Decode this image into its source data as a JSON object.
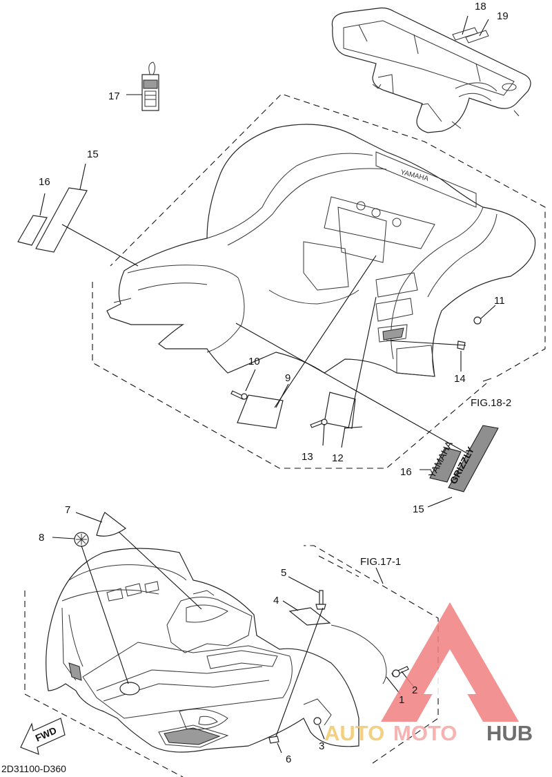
{
  "callouts": {
    "c1": "1",
    "c2": "2",
    "c3": "3",
    "c4": "4",
    "c5": "5",
    "c6": "6",
    "c7": "7",
    "c8": "8",
    "c9": "9",
    "c10": "10",
    "c11": "11",
    "c12": "12",
    "c13": "13",
    "c14": "14",
    "c15_top": "15",
    "c16_top": "16",
    "c17": "17",
    "c18": "18",
    "c19": "19",
    "c16_bottom": "16",
    "c15_bottom": "15"
  },
  "refs": {
    "rear_fig": "FIG.18-2",
    "front_fig": "FIG.17-1"
  },
  "diagram_code": "2D31100-D360",
  "fwd_label": "FWD",
  "decals": {
    "yamaha_text": "YAMAHA",
    "grizzly_text": "GRIZZLY"
  },
  "watermark": {
    "part1": "AUTO",
    "part2": "MOTO",
    "part3": "HUB",
    "colors": {
      "triangle": "#f08080",
      "auto": "#f2c76a",
      "moto": "#f6a5a5",
      "hub": "#555555"
    }
  }
}
